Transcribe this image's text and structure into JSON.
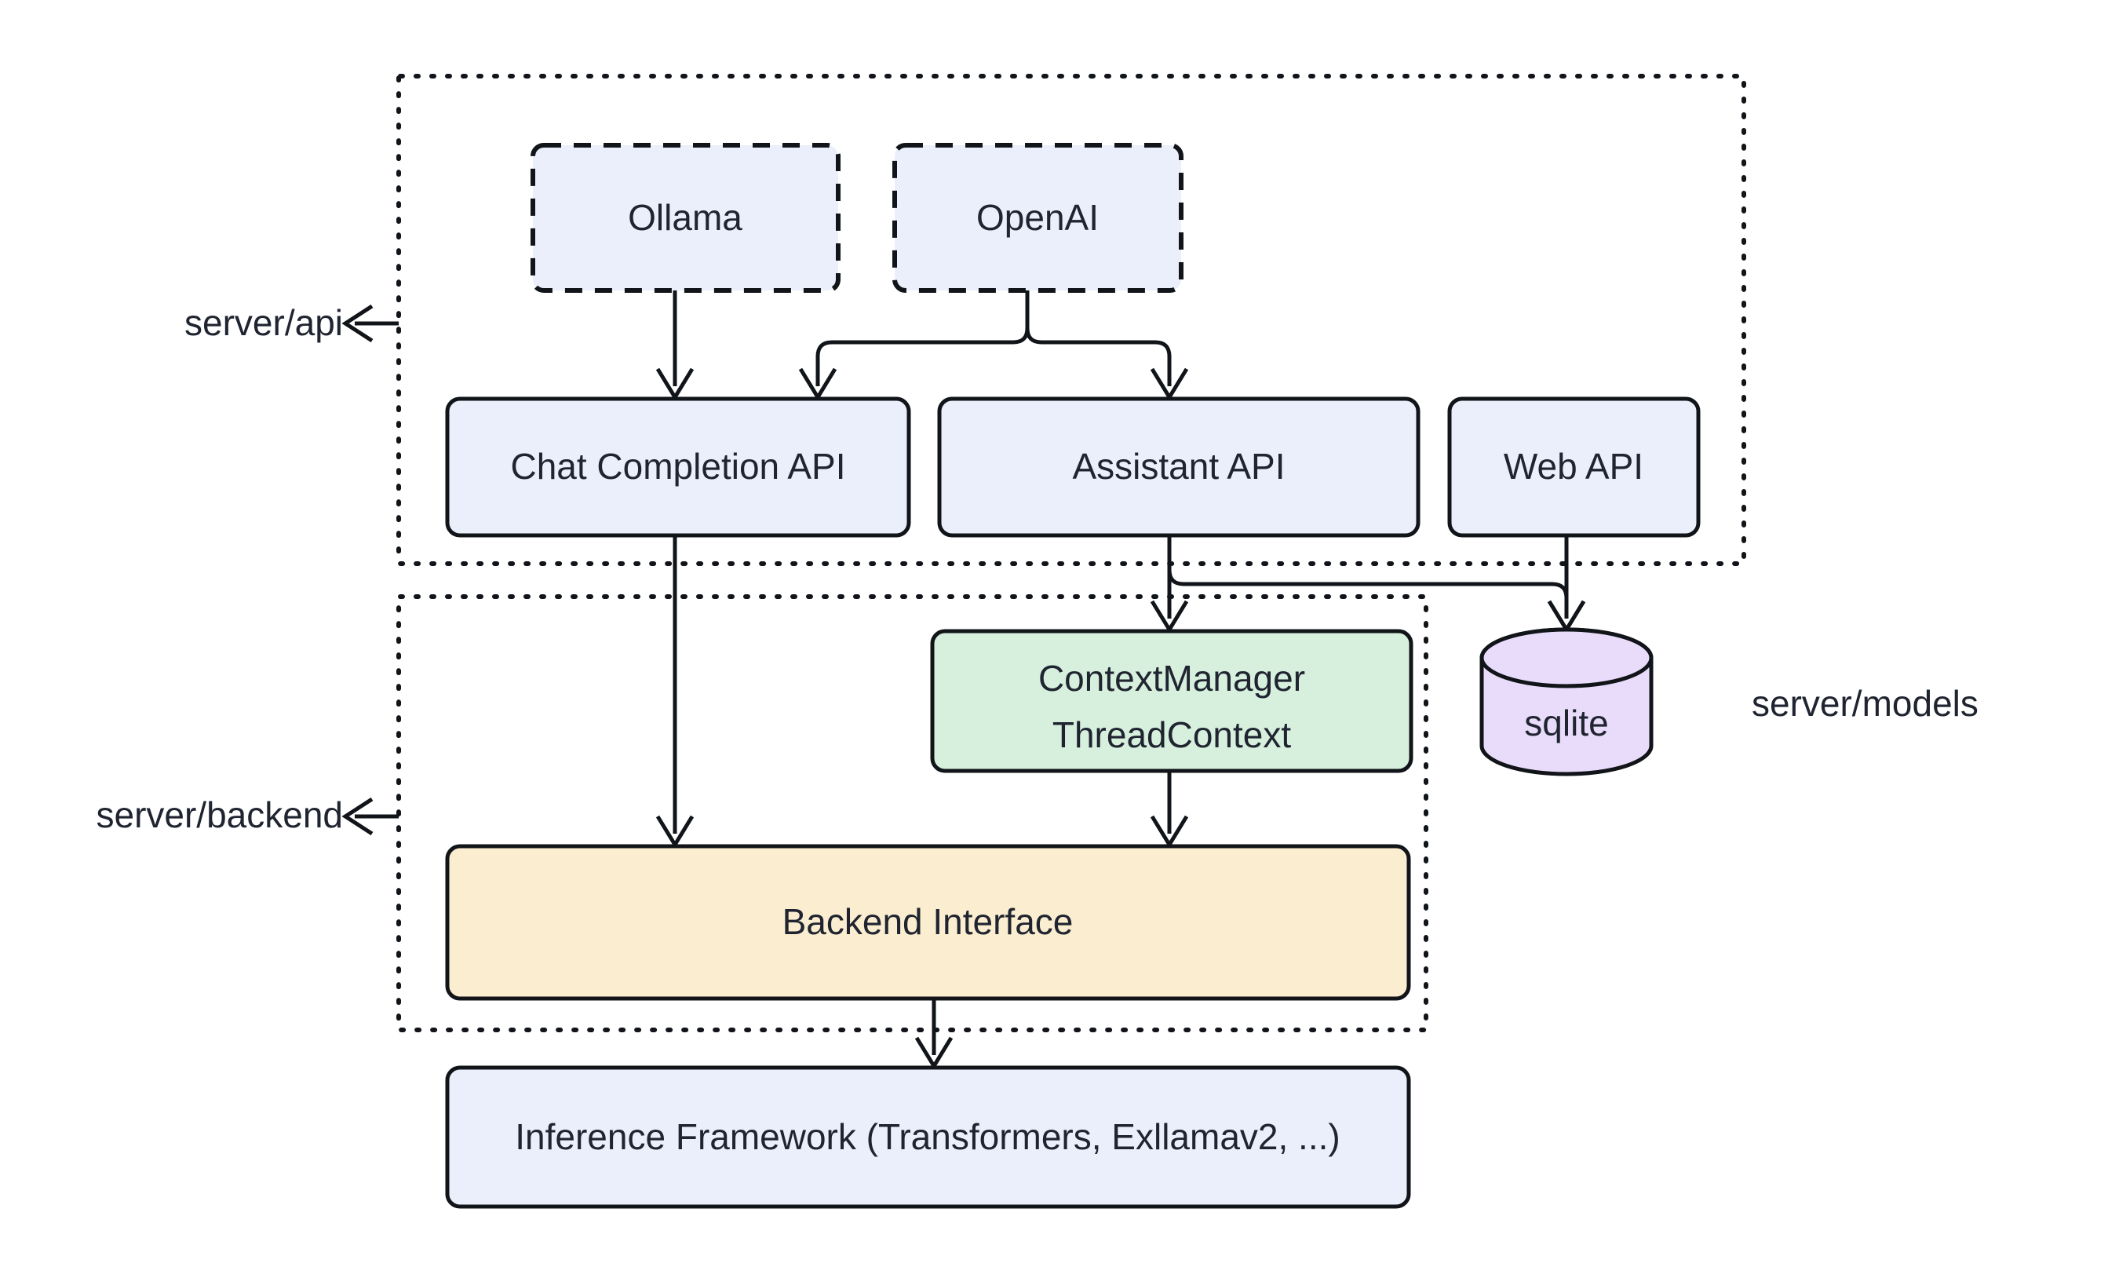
{
  "diagram": {
    "title": "Server architecture diagram",
    "background": "#ffffff",
    "colors": {
      "blue_fill": "#eaeffb",
      "green_fill": "#d7f0dd",
      "cream_fill": "#fbeed0",
      "lavender_fill": "#e9dcfa",
      "stroke": "#111418",
      "text": "#1f2430"
    },
    "clusters": [
      {
        "id": "api",
        "label": "server/api",
        "label_position": "left",
        "style": "dotted"
      },
      {
        "id": "backend",
        "label": "server/backend",
        "label_position": "left",
        "style": "dotted"
      }
    ],
    "standalone_labels": [
      {
        "id": "models",
        "label": "server/models",
        "position": "right-of-sqlite"
      }
    ],
    "nodes": [
      {
        "id": "ollama",
        "label": "Ollama",
        "shape": "rounded-rect",
        "border": "dashed",
        "fill": "#eaeffb",
        "cluster": "api"
      },
      {
        "id": "openai",
        "label": "OpenAI",
        "shape": "rounded-rect",
        "border": "dashed",
        "fill": "#eaeffb",
        "cluster": "api"
      },
      {
        "id": "chat_completion_api",
        "label": "Chat Completion API",
        "shape": "rounded-rect",
        "border": "solid",
        "fill": "#eaeffb",
        "cluster": "api"
      },
      {
        "id": "assistant_api",
        "label": "Assistant API",
        "shape": "rounded-rect",
        "border": "solid",
        "fill": "#eaeffb",
        "cluster": "api"
      },
      {
        "id": "web_api",
        "label": "Web API",
        "shape": "rounded-rect",
        "border": "solid",
        "fill": "#eaeffb",
        "cluster": "api"
      },
      {
        "id": "context_manager",
        "label_line1": "ContextManager",
        "label_line2": "ThreadContext",
        "shape": "rounded-rect",
        "border": "solid",
        "fill": "#d7f0dd",
        "cluster": "backend"
      },
      {
        "id": "sqlite",
        "label": "sqlite",
        "shape": "cylinder",
        "border": "solid",
        "fill": "#e9dcfa",
        "cluster": null
      },
      {
        "id": "backend_interface",
        "label": "Backend Interface",
        "shape": "rounded-rect",
        "border": "solid",
        "fill": "#fbeed0",
        "cluster": "backend"
      },
      {
        "id": "inference_framework",
        "label": "Inference Framework (Transformers, Exllamav2, ...)",
        "shape": "rounded-rect",
        "border": "solid",
        "fill": "#eaeffb",
        "cluster": null
      }
    ],
    "edges": [
      {
        "from": "ollama",
        "to": "chat_completion_api",
        "arrow": "end"
      },
      {
        "from": "openai",
        "to": "chat_completion_api",
        "arrow": "end"
      },
      {
        "from": "openai",
        "to": "assistant_api",
        "arrow": "end"
      },
      {
        "from": "chat_completion_api",
        "to": "backend_interface",
        "arrow": "end"
      },
      {
        "from": "assistant_api",
        "to": "context_manager",
        "arrow": "end"
      },
      {
        "from": "assistant_api",
        "to": "sqlite",
        "arrow": "end"
      },
      {
        "from": "web_api",
        "to": "sqlite",
        "arrow": "end"
      },
      {
        "from": "context_manager",
        "to": "backend_interface",
        "arrow": "end"
      },
      {
        "from": "backend_interface",
        "to": "inference_framework",
        "arrow": "end"
      }
    ]
  }
}
